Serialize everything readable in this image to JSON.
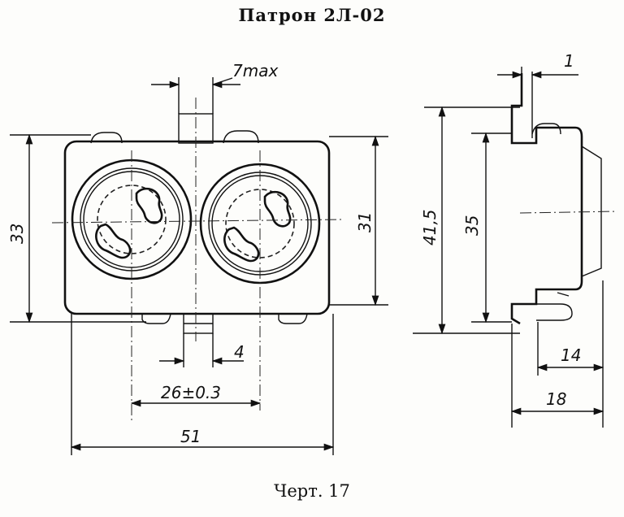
{
  "title": "Патрон 2Л-02",
  "caption": "Черт. 17",
  "dimensions": {
    "pin_max": "7max",
    "height_overall": "33",
    "height_body": "31",
    "pin_width": "4",
    "socket_spacing": "26±0.3",
    "width_overall": "51",
    "flange": "1",
    "side_height_overall": "41,5",
    "side_height_inner": "35",
    "depth_inner": "14",
    "depth_overall": "18"
  }
}
